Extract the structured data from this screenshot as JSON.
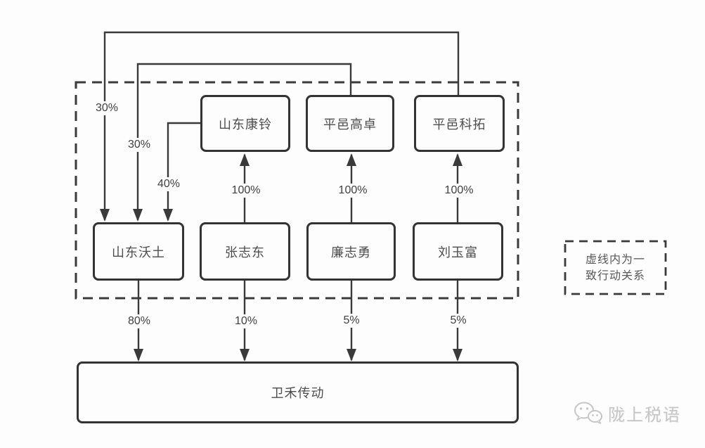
{
  "diagram": {
    "nodes": {
      "kangling": "山东康铃",
      "gaozhuo": "平邑高卓",
      "ketuo": "平邑科拓",
      "wotu": "山东沃土",
      "zhang": "张志东",
      "lian": "廉志勇",
      "liu": "刘玉富",
      "weihe": "卫禾传动"
    },
    "ownership": {
      "ketuo_in_wotu": "30%",
      "gaozhuo_in_wotu": "30%",
      "kangling_in_wotu": "40%",
      "zhang_in_kangling": "100%",
      "lian_in_gaozhuo": "100%",
      "liu_in_ketuo": "100%",
      "wotu_in_weihe": "80%",
      "zhang_in_weihe": "10%",
      "lian_in_weihe": "5%",
      "liu_in_weihe": "5%"
    },
    "legend": {
      "line1": "虚线内为一",
      "line2": "致行动关系"
    },
    "watermark": {
      "text": "陇上税语",
      "icon": "wechat-icon"
    },
    "colors": {
      "line": "#3a3a3a",
      "node_border": "#333333",
      "node_text": "#4d4d4d",
      "legend_text": "#585858",
      "watermark": "#c6c6c6",
      "background": "#fdfdfd"
    }
  }
}
